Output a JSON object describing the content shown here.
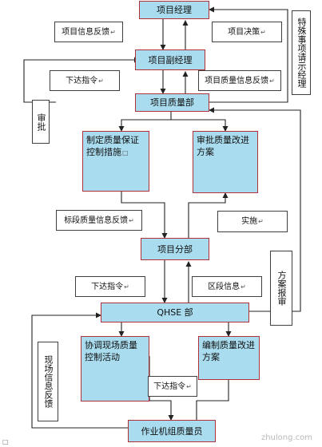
{
  "nodes": {
    "project_manager": "项目经理",
    "deputy_manager": "项目副经理",
    "quality_dept": "项目质量部",
    "make_measures": "制定质量保证控制措施",
    "approve_improve": "审批质量改进方案",
    "subproject": "项目分部",
    "qhse": "QHSE 部",
    "coordinate": "协调现场质量控制活动",
    "compile_improve": "编制质量改进方案",
    "crew_inspector": "作业机组质量员"
  },
  "notes": {
    "project_info_feedback": "项目信息反馈",
    "project_decision": "项目决策",
    "special_request": "特殊事项请示经理",
    "issue_order_1": "下达指令",
    "project_quality_feedback": "项目质量信息反馈",
    "approval": "审批",
    "section_quality_feedback": "标段质量信息反馈",
    "implement": "实施",
    "issue_order_2": "下达指令",
    "section_info": "区段信息",
    "plan_report": "方案报审",
    "issue_order_3": "下达指令",
    "site_info_feedback": "现场信息反馈"
  },
  "marks": {
    "return_mark": "↵",
    "square_mark": "□",
    "corner_mark": "□"
  },
  "watermark": "zhulong.com",
  "colors": {
    "box_fill": "#a9dcee",
    "box_border": "#b0303a",
    "line": "#222222"
  }
}
